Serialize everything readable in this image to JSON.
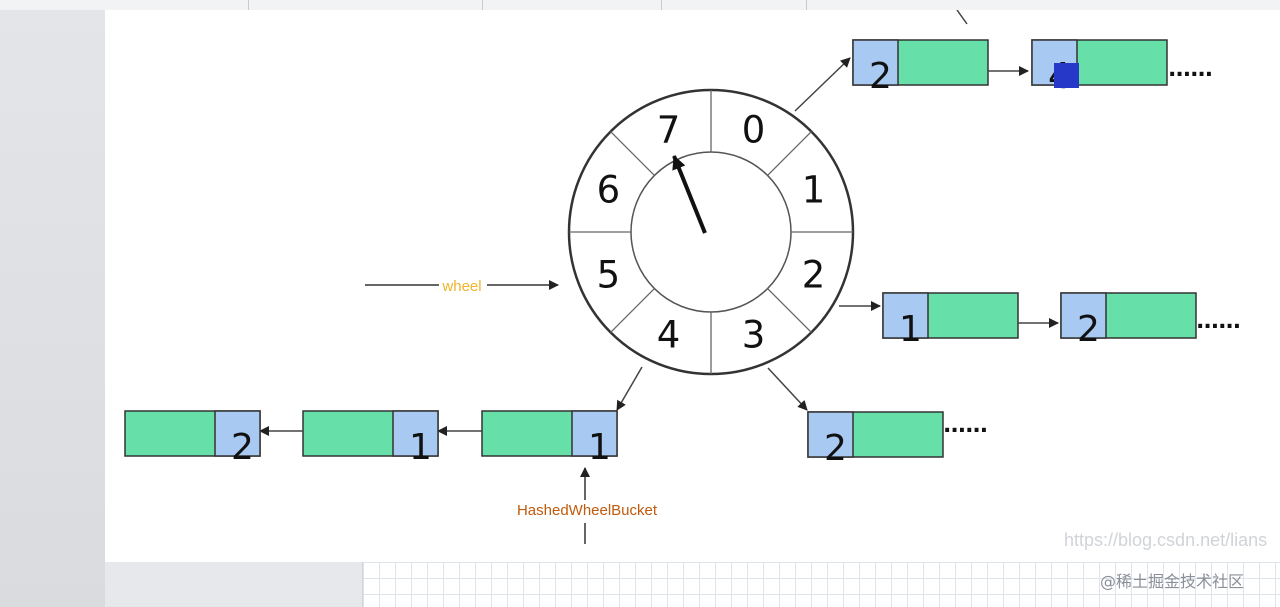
{
  "wheel": {
    "slots": [
      "0",
      "1",
      "2",
      "3",
      "4",
      "5",
      "6",
      "7"
    ],
    "label": "wheel",
    "label_color": "#f0b429"
  },
  "bucket_label": "HashedWheelBucket",
  "bucket_label_color": "#c05a0c",
  "lists": {
    "slot1": [
      "2",
      "4"
    ],
    "slot3": [
      "1",
      "2"
    ],
    "slot4": [
      "2"
    ],
    "slot5": [
      "1",
      "1",
      "2"
    ]
  },
  "ellipsis": "......",
  "colors": {
    "node_key": "#a7c9f2",
    "node_body": "#66dfa9",
    "marker": "#2638c7",
    "stroke": "#333333"
  },
  "watermark": {
    "url": "https://blog.csdn.net/lians",
    "brand": "@稀土掘金技术社区"
  }
}
